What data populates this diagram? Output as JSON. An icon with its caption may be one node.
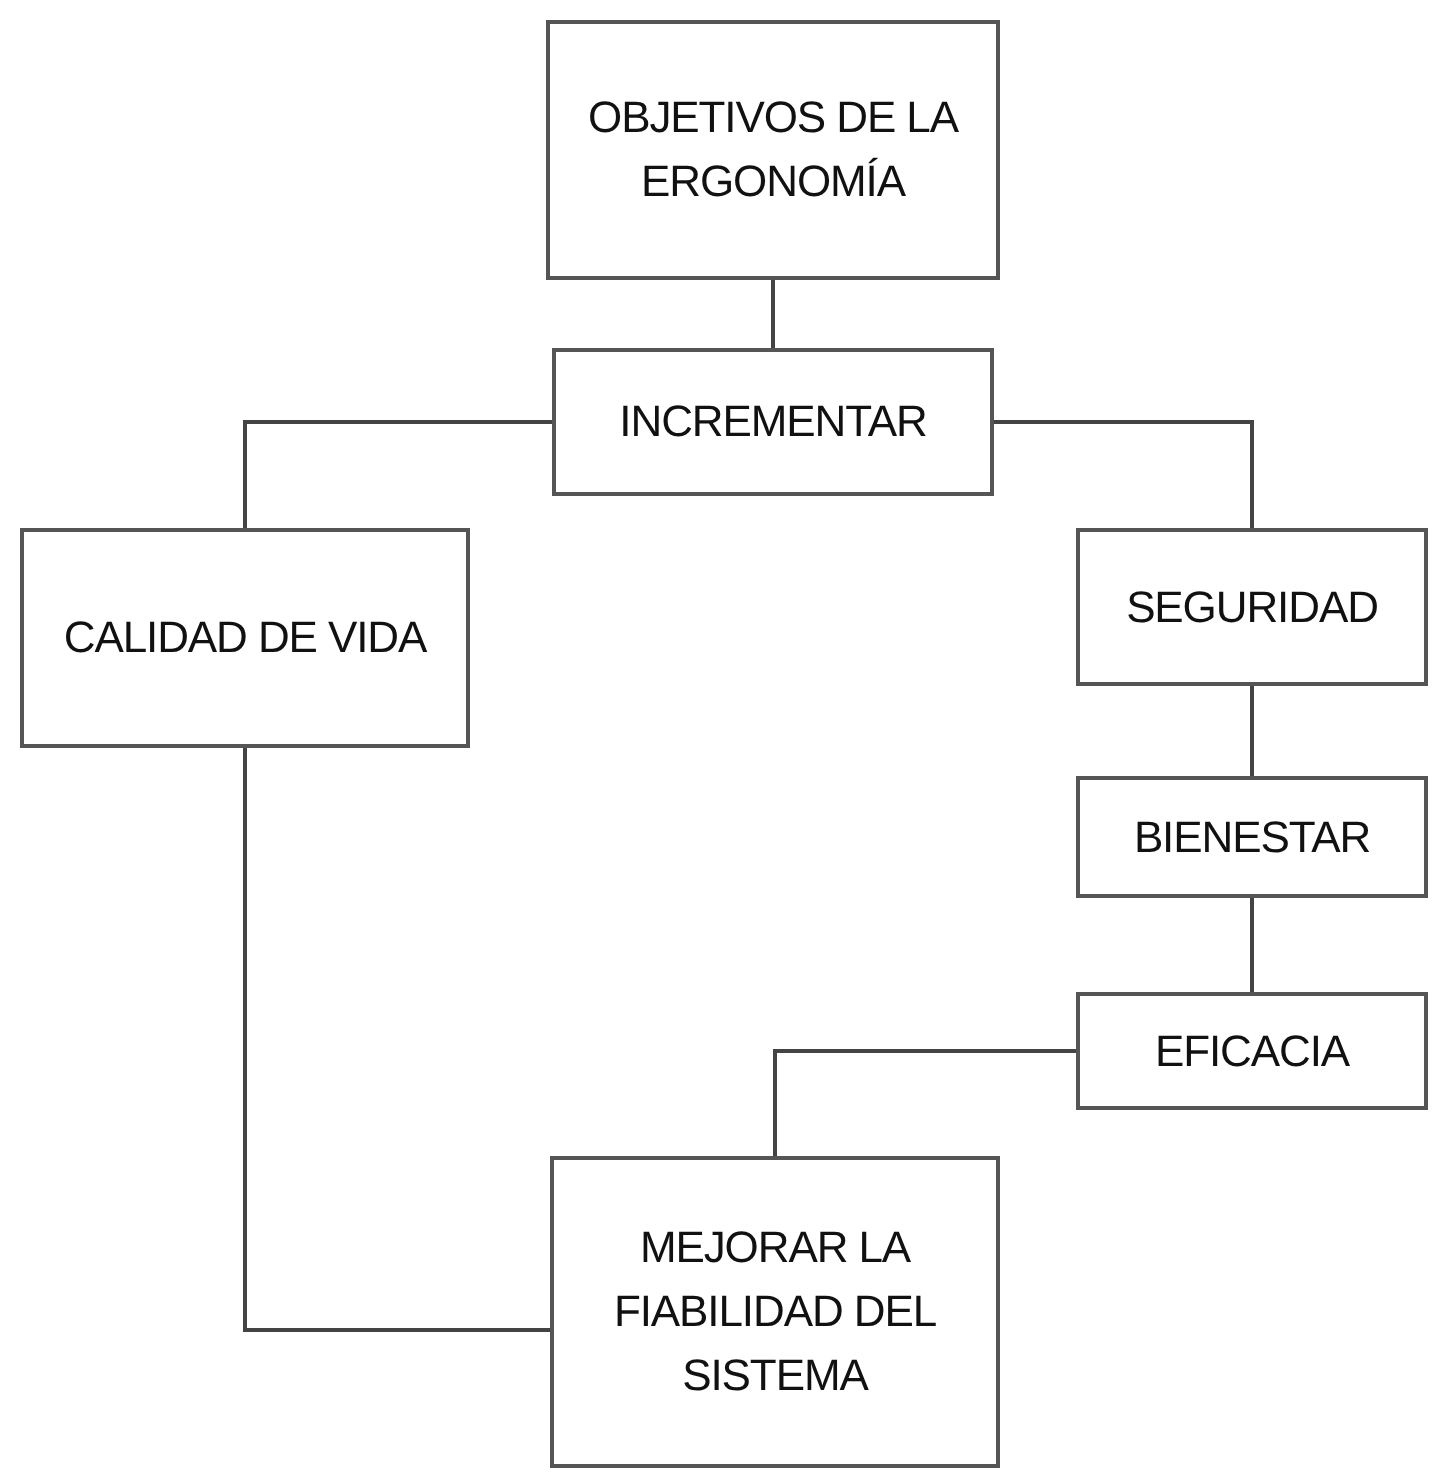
{
  "diagram": {
    "nodes": [
      {
        "text": [
          "OBJETIVOS DE LA ERGONOMÍA"
        ]
      },
      {
        "text": [
          "INCREMENTAR"
        ]
      },
      {
        "text": [
          "CALIDAD DE VIDA"
        ]
      },
      {
        "text": [
          "SEGURIDAD"
        ]
      },
      {
        "text": [
          "BIENESTAR"
        ]
      },
      {
        "text": [
          "EFICACIA"
        ]
      },
      {
        "text": [
          "MEJORAR LA FIABILIDAD DEL SISTEMA"
        ]
      }
    ],
    "edges": [
      {
        "from": 0,
        "to": 1,
        "arrow": "none"
      },
      {
        "from": 1,
        "to": 2,
        "arrow": "none"
      },
      {
        "from": 1,
        "to": 3,
        "arrow": "none"
      },
      {
        "from": 3,
        "to": 4,
        "arrow": "none"
      },
      {
        "from": 4,
        "to": 5,
        "arrow": "none"
      },
      {
        "from": 5,
        "to": 6,
        "arrow": "none"
      },
      {
        "from": 2,
        "to": 6,
        "arrow": "none"
      }
    ]
  }
}
